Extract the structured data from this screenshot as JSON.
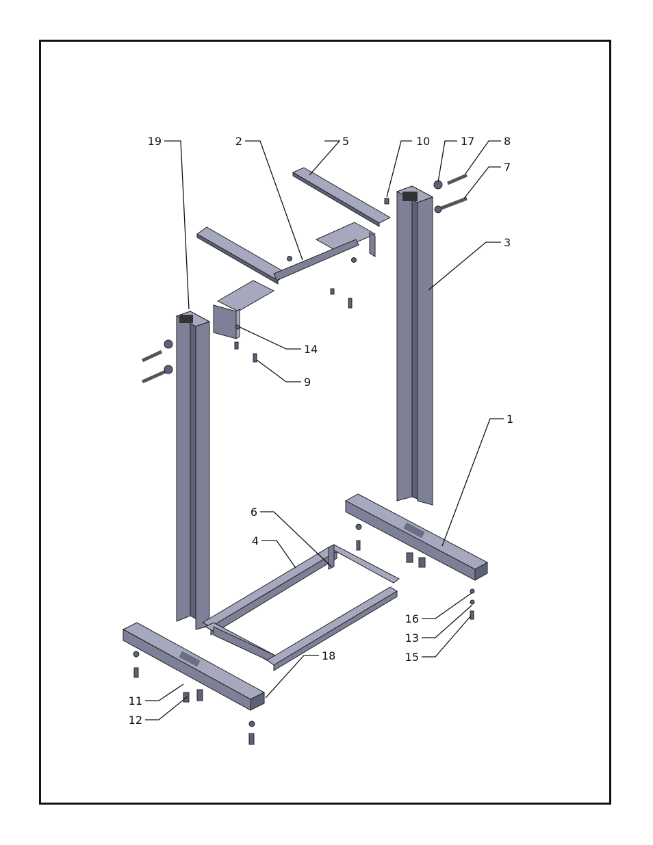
{
  "callouts": {
    "c1": "1",
    "c2": "2",
    "c3": "3",
    "c4": "4",
    "c5": "5",
    "c6": "6",
    "c7": "7",
    "c8": "8",
    "c9": "9",
    "c10": "10",
    "c11": "11",
    "c12": "12",
    "c13": "13",
    "c14": "14",
    "c15": "15",
    "c16": "16",
    "c17": "17",
    "c18": "18",
    "c19": "19"
  },
  "colors": {
    "frame": "#111111",
    "steel_dark": "#5e6177",
    "steel_mid": "#7d8097",
    "steel_light": "#a6a9bd"
  }
}
